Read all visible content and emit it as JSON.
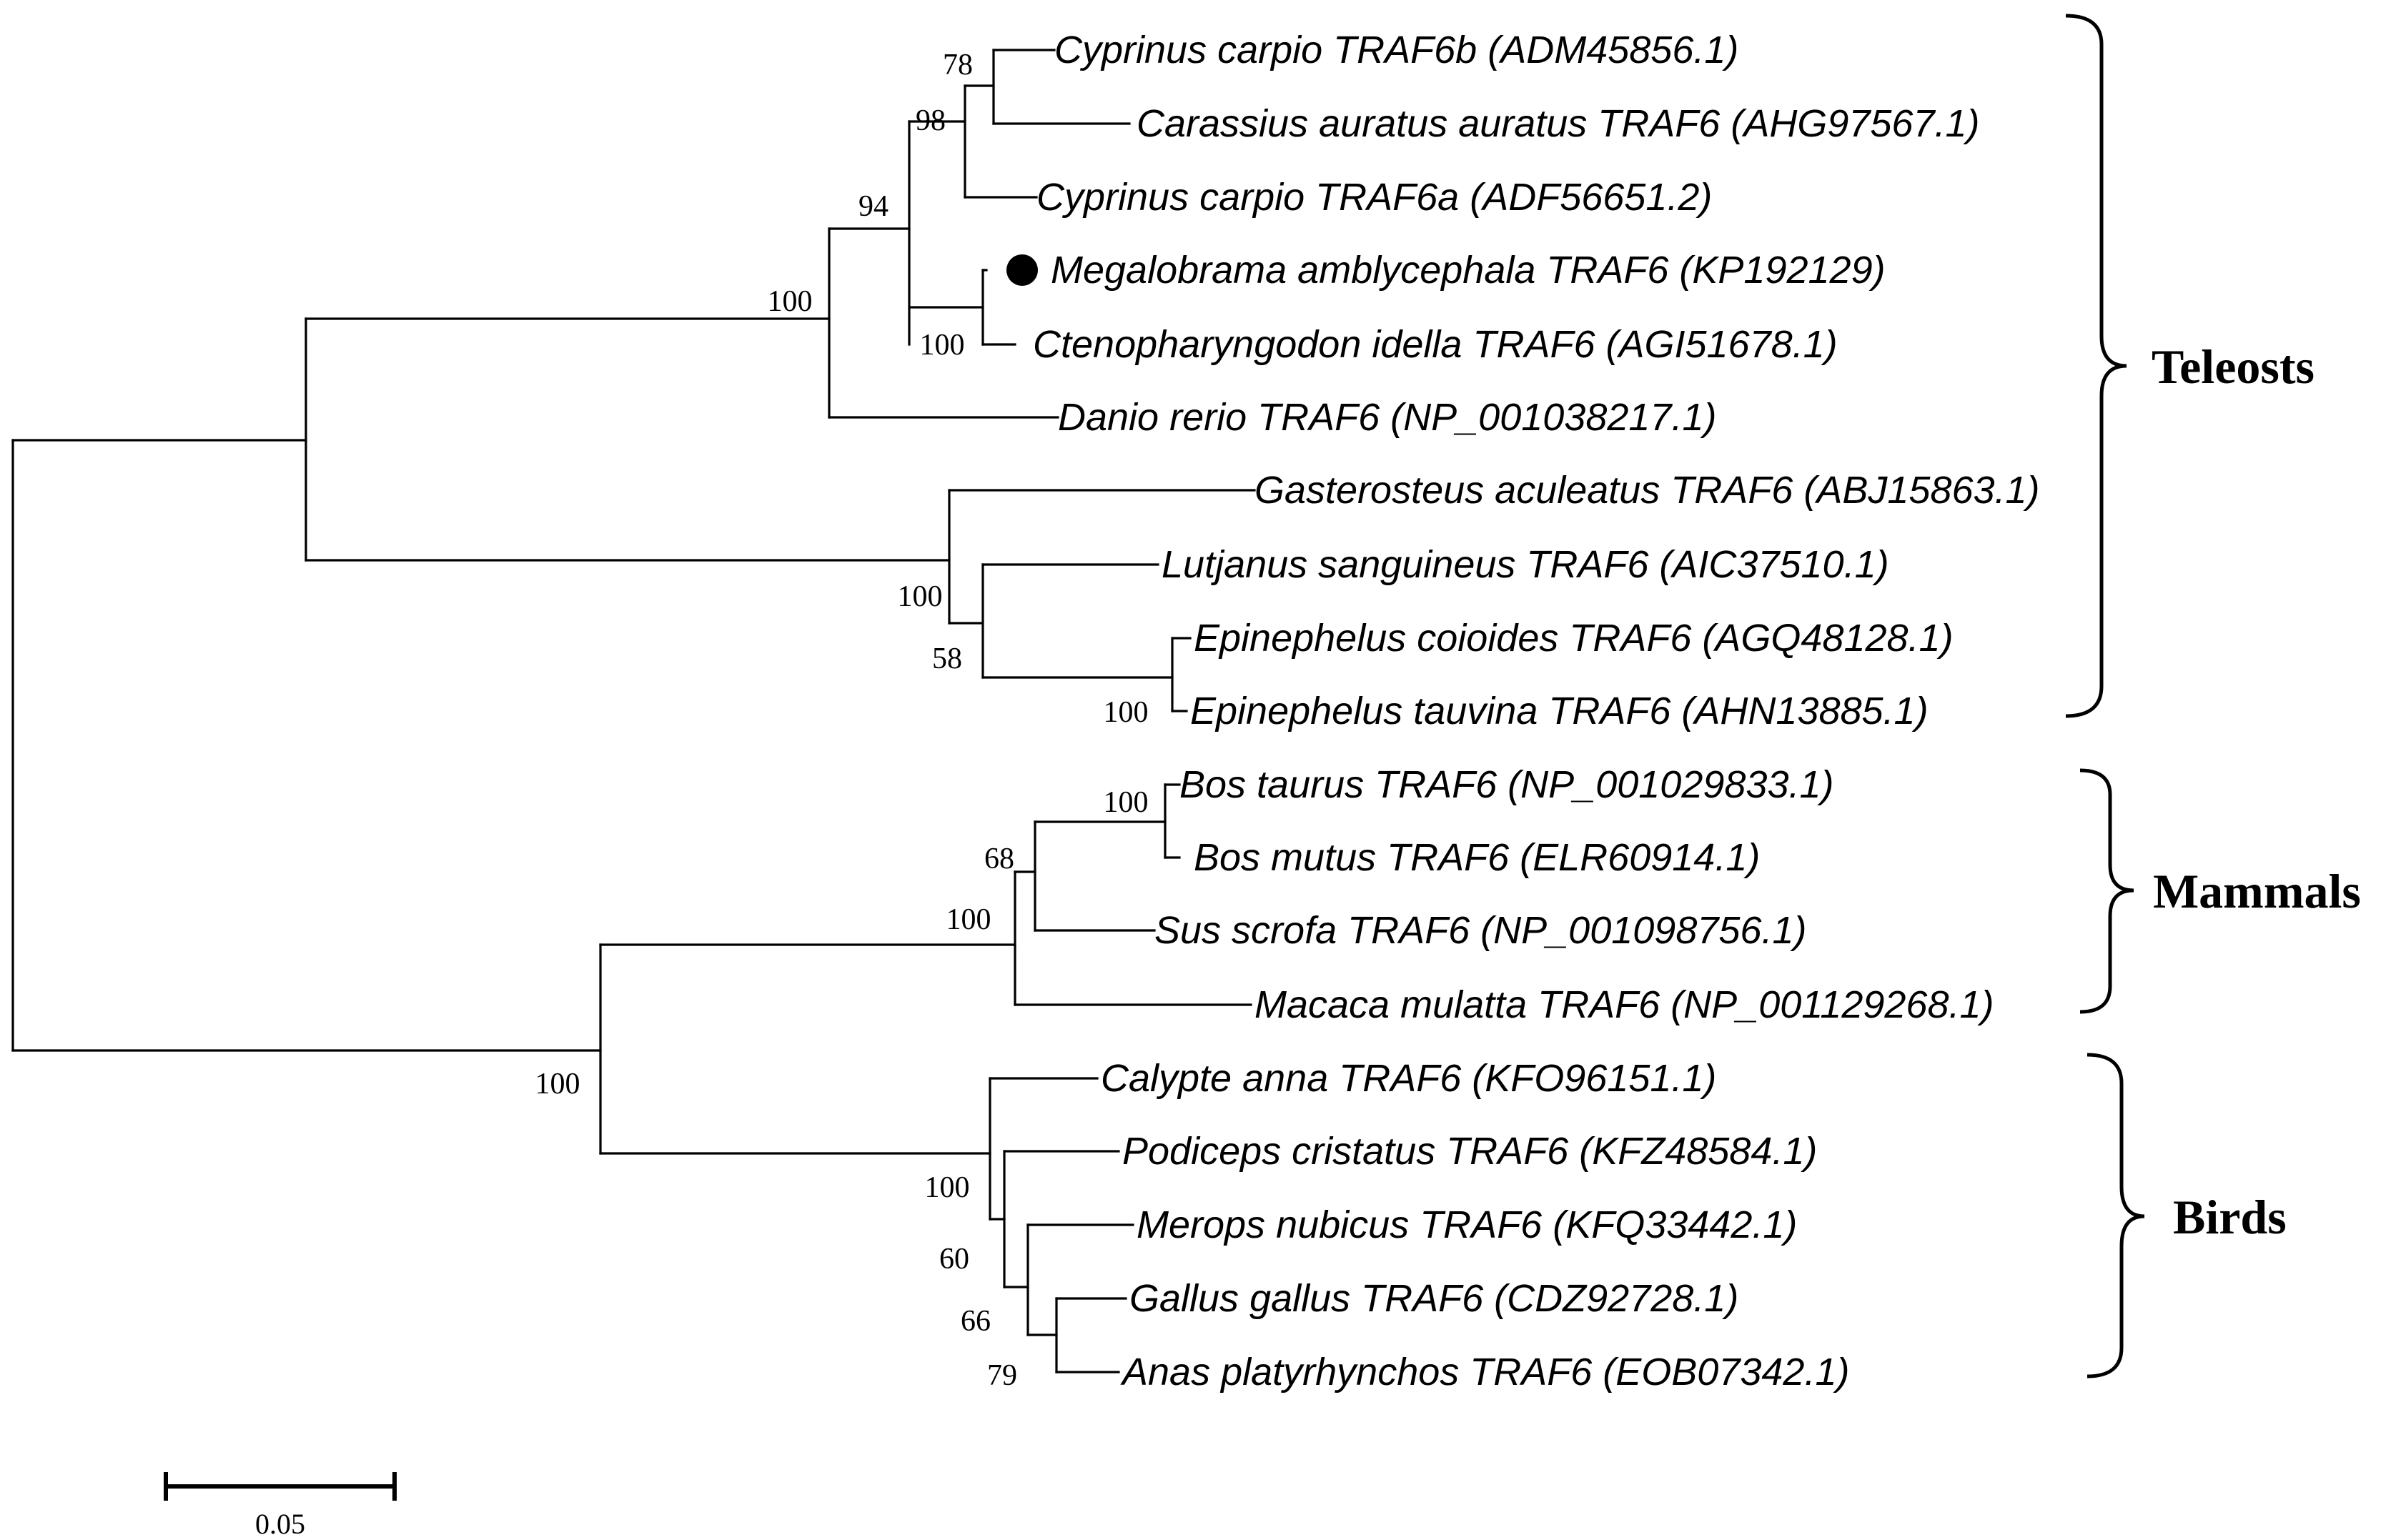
{
  "tree": {
    "leaves": [
      "Cyprinus carpio TRAF6b (ADM45856.1)",
      "Carassius auratus auratus TRAF6 (AHG97567.1)",
      "Cyprinus carpio TRAF6a (ADF56651.2)",
      "Megalobrama amblycephala TRAF6 (KP192129)",
      "Ctenopharyngodon idella TRAF6 (AGI51678.1)",
      "Danio rerio TRAF6 (NP_001038217.1)",
      "Gasterosteus aculeatus TRAF6 (ABJ15863.1)",
      "Lutjanus sanguineus TRAF6 (AIC37510.1)",
      "Epinephelus coioides TRAF6 (AGQ48128.1)",
      "Epinephelus tauvina TRAF6 (AHN13885.1)",
      "Bos taurus TRAF6 (NP_001029833.1)",
      "Bos mutus TRAF6 (ELR60914.1)",
      "Sus scrofa TRAF6 (NP_001098756.1)",
      "Macaca mulatta TRAF6 (NP_001129268.1)",
      "Calypte anna TRAF6 (KFO96151.1)",
      "Podiceps cristatus TRAF6 (KFZ48584.1)",
      "Merops nubicus TRAF6 (KFQ33442.1)",
      "Gallus gallus TRAF6 (CDZ92728.1)",
      "Anas platyrhynchos TRAF6 (EOB07342.1)"
    ],
    "highlighted_leaf": 3,
    "bootstrap": [
      "78",
      "98",
      "94",
      "100",
      "100",
      "100",
      "58",
      "100",
      "100",
      "68",
      "100",
      "100",
      "100",
      "60",
      "66",
      "79"
    ],
    "groups": [
      "Teleosts",
      "Mammals",
      "Birds"
    ],
    "scale_label": "0.05"
  }
}
